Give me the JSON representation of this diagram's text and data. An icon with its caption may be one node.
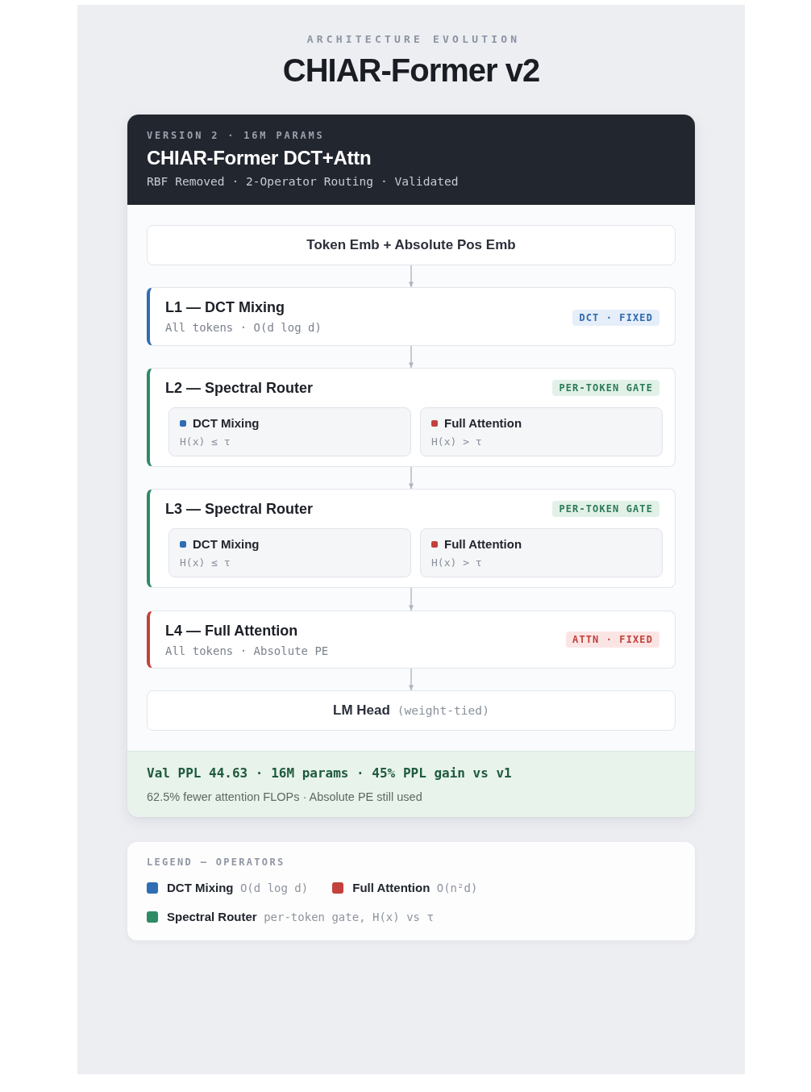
{
  "diagram": {
    "title": "CHIAR-Former v2",
    "nodes": [
      {
        "text": [
          "VERSION 2 · 16M PARAMS",
          "CHIAR-Former DCT+Attn",
          "RBF Removed · 2-Operator Routing · Validated"
        ]
      },
      {
        "text": [
          "Token Emb + Absolute Pos Emb"
        ],
        "in": 0
      },
      {
        "text": [
          "L1 — DCT Mixing",
          "All tokens · O(d log d)"
        ],
        "in": 0
      },
      {
        "text": [
          "DCT · FIXED"
        ],
        "in": 2
      },
      {
        "text": [
          "L2 — Spectral Router"
        ],
        "in": 0
      },
      {
        "text": [
          "PER-TOKEN GATE"
        ],
        "in": 4
      },
      {
        "text": [
          "DCT Mixing",
          "H(x) ≤ τ"
        ],
        "in": 4
      },
      {
        "text": [
          "Full Attention",
          "H(x) > τ"
        ],
        "in": 4
      },
      {
        "text": [
          "L3 — Spectral Router"
        ],
        "in": 0
      },
      {
        "text": [
          "PER-TOKEN GATE"
        ],
        "in": 8
      },
      {
        "text": [
          "DCT Mixing",
          "H(x) ≤ τ"
        ],
        "in": 8
      },
      {
        "text": [
          "Full Attention",
          "H(x) > τ"
        ],
        "in": 8
      },
      {
        "text": [
          "L4 — Full Attention",
          "All tokens · Absolute PE"
        ],
        "in": 0
      },
      {
        "text": [
          "ATTN · FIXED"
        ],
        "in": 12
      },
      {
        "text": [
          "**LM Head** (weight-tied)"
        ],
        "in": 0
      },
      {
        "text": [
          "Val PPL 44.63 · 16M params · 45% PPL gain vs v1",
          "62.5% fewer attention FLOPs · Absolute PE still used"
        ],
        "in": 0
      }
    ],
    "edges": [
      {
        "from": 1,
        "to": 2,
        "arrow": "to"
      },
      {
        "from": 2,
        "to": 4,
        "arrow": "to"
      },
      {
        "from": 4,
        "to": 8,
        "arrow": "to"
      },
      {
        "from": 8,
        "to": 12,
        "arrow": "to"
      },
      {
        "from": 12,
        "to": 14,
        "arrow": "to"
      }
    ],
    "labels": [
      "ARCHITECTURE EVOLUTION",
      "LEGEND — OPERATORS"
    ],
    "legend": [
      {
        "text": "**DCT Mixing** O(d log d)",
        "color": "#2f6db4"
      },
      {
        "text": "**Full Attention** O(n²d)",
        "color": "#c2413c"
      },
      {
        "text": "**Spectral Router** per-token gate, H(x) vs τ",
        "color": "#2e8b63"
      }
    ]
  }
}
